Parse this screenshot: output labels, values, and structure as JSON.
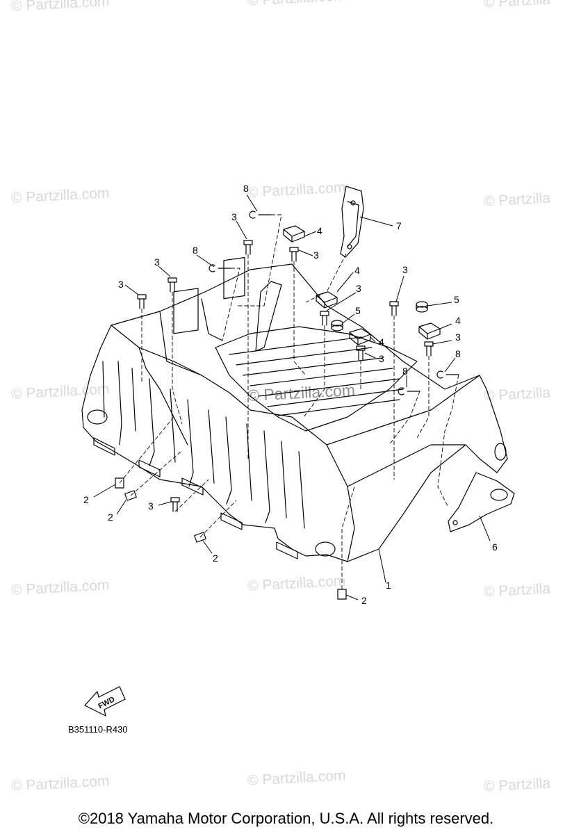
{
  "watermark": "© Partzilla.com",
  "watermark_short": "© Partzilla",
  "callouts": {
    "p1": "1",
    "p2": "2",
    "p3": "3",
    "p4": "4",
    "p5": "5",
    "p6": "6",
    "p7": "7",
    "p8": "8"
  },
  "fwd_label": "FWD",
  "diagram_code": "B351110-R430",
  "copyright": "©2018  Yamaha Motor Corporation, U.S.A. All rights reserved.",
  "colors": {
    "line": "#000000",
    "watermark": "#d9d9d9"
  }
}
